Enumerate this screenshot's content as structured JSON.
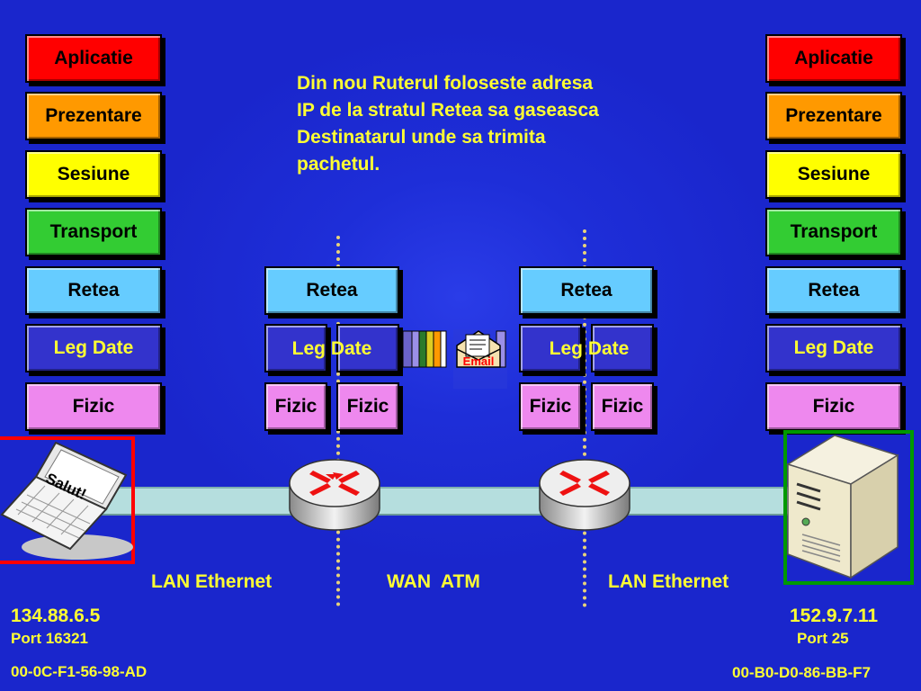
{
  "note": "Din nou Ruterul foloseste adresa\nIP de la stratul Retea sa gaseasca\nDestinatarul unde sa trimita\npachetul.",
  "layers": {
    "aplicatie": "Aplicatie",
    "prezentare": "Prezentare",
    "sesiune": "Sesiune",
    "transport": "Transport",
    "retea": "Retea",
    "leg_date": "Leg Date",
    "fizic": "Fizic"
  },
  "packet": {
    "envelope_label": "Email"
  },
  "laptop_screen_text": "Salut!",
  "links": {
    "lan_left": "LAN Ethernet",
    "wan": "WAN  ATM",
    "lan_right": "LAN Ethernet"
  },
  "source": {
    "ip": "134.88.6.5",
    "port": "Port 16321",
    "mac": "00-0C-F1-56-98-AD"
  },
  "destination": {
    "ip": "152.9.7.11",
    "port": "Port 25",
    "mac": "00-B0-D0-86-BB-F7"
  },
  "colors": {
    "background": "#1a27cc",
    "aplicatie": "#ff0000",
    "prezentare": "#ff9900",
    "sesiune": "#ffff00",
    "transport": "#33cc33",
    "retea": "#66ccff",
    "leg_date": "#3333cc",
    "fizic": "#ee88ee",
    "label_text": "#ffff33",
    "source_highlight": "#ff0000",
    "destination_highlight": "#009900"
  }
}
